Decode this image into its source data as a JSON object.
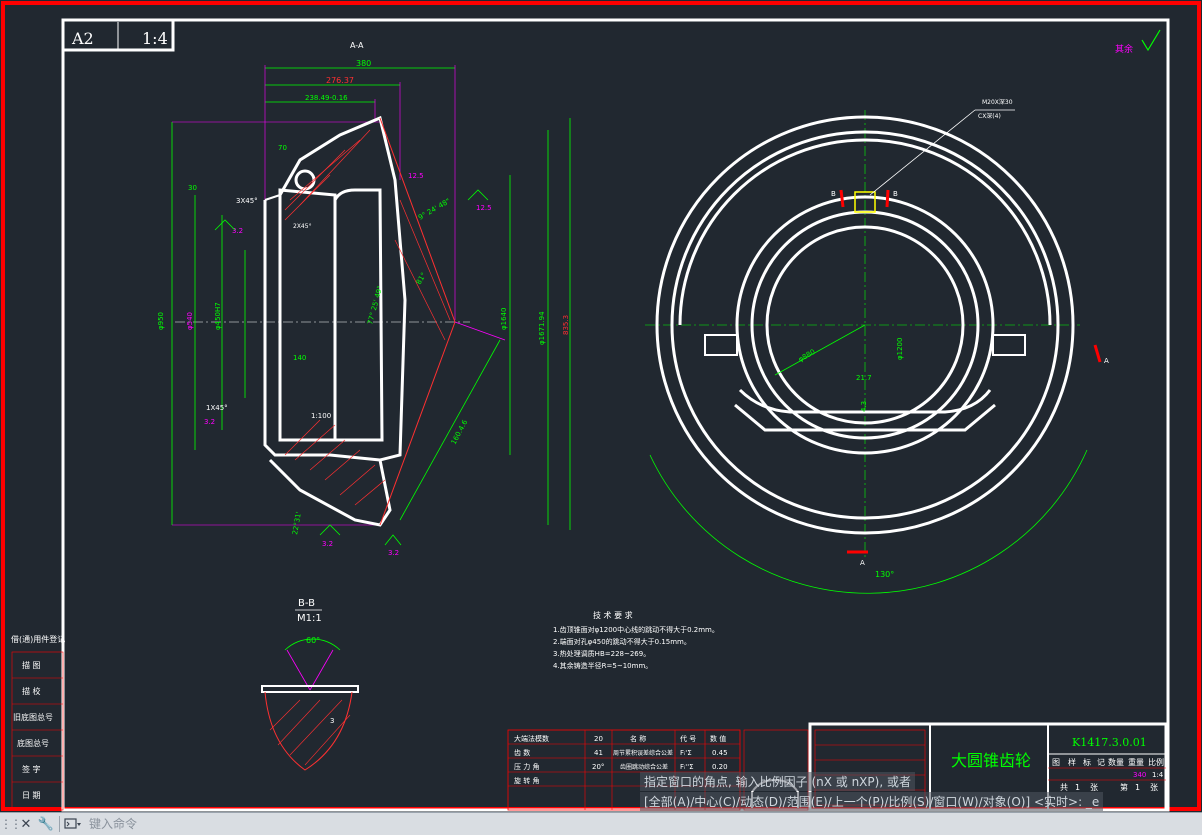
{
  "colors": {
    "background": "#212830",
    "frame": "#ff0000",
    "border": "#ffffff",
    "dim": "#00ff00",
    "symbol": "#ff00ff",
    "hatch": "#ff3030",
    "text": "#ffffff"
  },
  "title_block": {
    "sheet_size": "A2",
    "scale": "1:4",
    "section_label": "A-A",
    "part_name": "大圆锥齿轮",
    "drawing_no": "K1417.3.0.01",
    "roughness_other": "其余",
    "col_headers": [
      "图",
      "样",
      "标",
      "记",
      "数量",
      "重量",
      "比例"
    ],
    "weight": "340",
    "ratio": "1:4",
    "sheet_row": [
      "共",
      "1",
      "张",
      "第",
      "1",
      "张"
    ]
  },
  "left_column": {
    "header": "借(通)用件登记",
    "rows": [
      "描 图",
      "描 校",
      "旧底图总号",
      "底图总号",
      "签 字",
      "日 期"
    ]
  },
  "gear_table": {
    "rows": [
      {
        "label": "大端法模数",
        "value": "20",
        "name": "名    称",
        "code": "代 号",
        "num": "数 值"
      },
      {
        "label": "齿    数",
        "value": "41",
        "name": "周节累积误差综合公差",
        "code": "Fᵢ'Σ",
        "num": "0.45"
      },
      {
        "label": "压 力 角",
        "value": "20°",
        "name": "齿圈跳动综合公差",
        "code": "Fᵢ''Σ",
        "num": "0.20"
      },
      {
        "label": "旋 转 角",
        "value": "",
        "name": "",
        "code": "",
        "num": ""
      }
    ]
  },
  "tech_req": {
    "title": "技 术 要 求",
    "items": [
      "1.齿顶锥面对φ1200中心线的跳动不得大于0.2mm。",
      "2.端面对孔φ450的跳动不得大于0.15mm。",
      "3.热处理调质HB=228~269。",
      "4.其余铸造半径R=5~10mm。"
    ]
  },
  "section_bb": {
    "label": "B-B",
    "scale": "M1:1",
    "angle": "60°",
    "dim": "3"
  },
  "dims": {
    "d1": "380",
    "d2": "276.37",
    "d3": "238.49-0.16",
    "d4": "70",
    "d5": "30",
    "d6": "3X45°",
    "d7": "12.5",
    "d8": "2X45°",
    "d9": "3.2",
    "d10": "140",
    "d11": "1:100",
    "d12": "1X45°",
    "d13": "φ450H7",
    "d14": "φ540",
    "d15": "φ950",
    "d16": "φ1200",
    "d17": "φ1671.94",
    "d18": "φ1640",
    "d19": "835",
    "d20": "20",
    "d21": "160.4.6",
    "d22": "3.2",
    "d23": "81°",
    "d24": "77° 25' 49\"",
    "d25": "9° 24' 48\"",
    "d26": "M20X深30",
    "d27": "CX深(4)",
    "d28": "B",
    "d29": "A",
    "d30": "130°",
    "d31": "φ880",
    "d32": "φ1200",
    "d33": "21.7",
    "d34": "12.5",
    "d35": "4.3",
    "d36": "22°31'",
    "d37": "835.3"
  },
  "command": {
    "line1": "指定窗口的角点, 输入比例因子 (nX 或 nXP), 或者",
    "line2": "[全部(A)/中心(C)/动态(D)/范围(E)/上一个(P)/比例(S)/窗口(W)/对象(O)] <实时>: _e",
    "placeholder": "键入命令",
    "close_glyph": "✕",
    "wrench_glyph": "🔧"
  }
}
